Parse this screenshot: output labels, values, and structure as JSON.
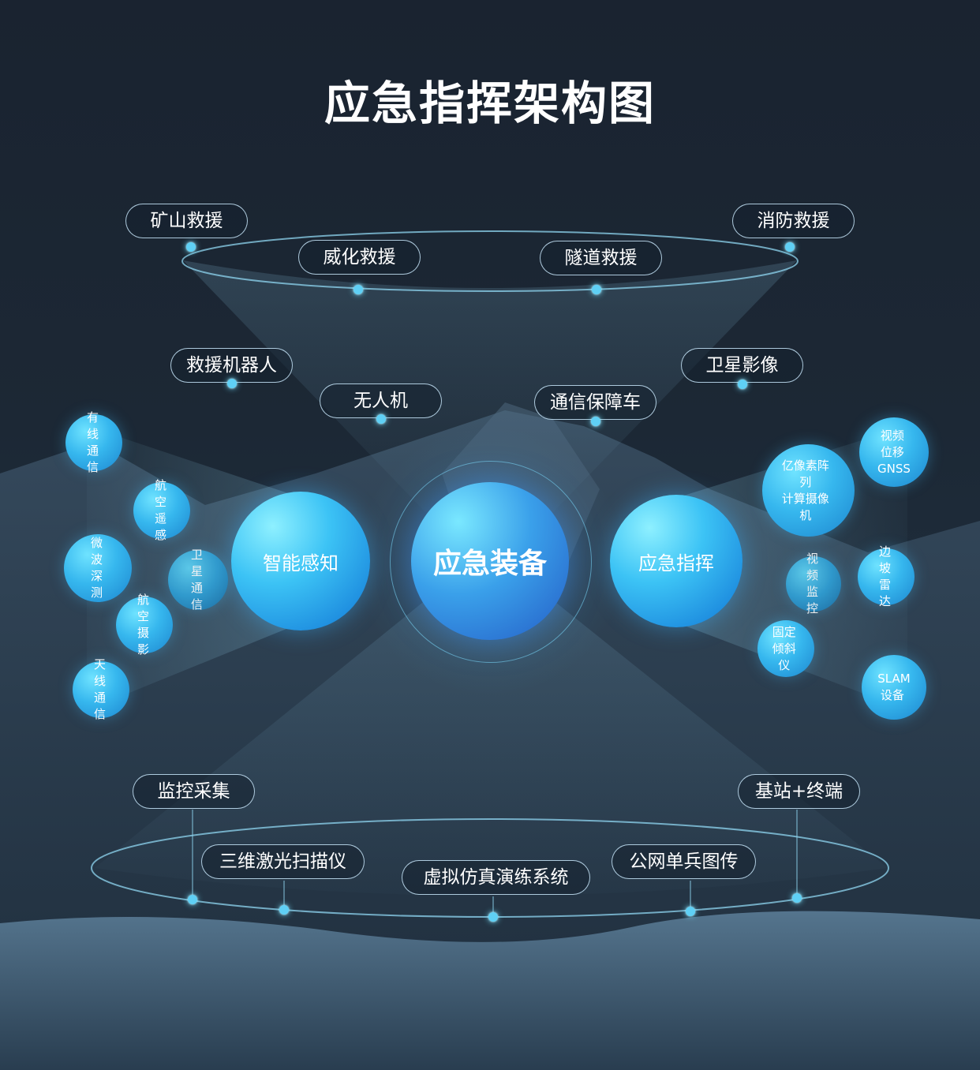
{
  "title": "应急指挥架构图",
  "center": {
    "label": "应急装备"
  },
  "left_hub": {
    "label": "智能感知"
  },
  "right_hub": {
    "label": "应急指挥"
  },
  "top_ring": [
    "矿山救援",
    "威化救援",
    "隧道救援",
    "消防救援"
  ],
  "mid_row": [
    "救援机器人",
    "无人机",
    "通信保障车",
    "卫星影像"
  ],
  "left_bubbles": [
    [
      "有线",
      "通信"
    ],
    [
      "航空",
      "遥感"
    ],
    [
      "微波",
      "深测"
    ],
    [
      "卫星",
      "通信"
    ],
    [
      "航空",
      "摄影"
    ],
    [
      "天线",
      "通信"
    ]
  ],
  "right_bubbles": [
    [
      "视频",
      "位移",
      "GNSS"
    ],
    [
      "亿像素阵列",
      "计算摄像机"
    ],
    [
      "视频",
      "监控"
    ],
    [
      "边坡",
      "雷达"
    ],
    [
      "固定",
      "倾斜仪"
    ],
    [
      "SLAM",
      "设备"
    ]
  ],
  "bottom_ring": [
    "监控采集",
    "基站+终端",
    "三维激光扫描仪",
    "虚拟仿真演练系统",
    "公网单兵图传"
  ],
  "colors": {
    "accent": "#5fd0f5",
    "bubble": "#36b7ee",
    "core": "#2a6fd0"
  }
}
